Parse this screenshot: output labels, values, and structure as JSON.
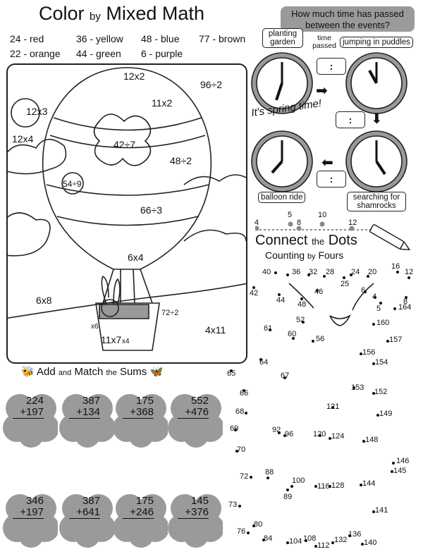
{
  "header": {
    "title_big1": "Color",
    "title_small": "by",
    "title_big2": "Mixed Math"
  },
  "color_key": [
    {
      "text": "24 - red"
    },
    {
      "text": "36 - yellow"
    },
    {
      "text": "48 - blue"
    },
    {
      "text": "77 - brown"
    },
    {
      "text": "22 - orange"
    },
    {
      "text": "44 - green"
    },
    {
      "text": "6 - purple"
    }
  ],
  "balloon_problems": [
    "12x2",
    "96÷2",
    "12x3",
    "11x2",
    "12x4",
    "42÷7",
    "48÷2",
    "54÷9",
    "66÷3",
    "6x4",
    "6x8",
    "72÷2",
    "x6",
    "11x7",
    "x4",
    "4x11"
  ],
  "time_section": {
    "question": "How much time has passed between the events?",
    "labels": {
      "planting": "planting garden",
      "time_passed": "time passed",
      "jumping": "jumping in puddles",
      "spring": "It's spring time!",
      "balloon": "balloon ride",
      "shamrocks": "searching for shamrocks"
    },
    "colon": ":"
  },
  "dots_section": {
    "title_big1": "Connect",
    "title_small1": "the",
    "title_big2": "Dots",
    "subtitle_big1": "Counting",
    "subtitle_small": "by",
    "subtitle_big2": "Fours",
    "pencil_numbers": [
      "4",
      "5",
      "8",
      "10",
      "12"
    ],
    "dots": [
      {
        "n": "40"
      },
      {
        "n": "36"
      },
      {
        "n": "32"
      },
      {
        "n": "28"
      },
      {
        "n": "24"
      },
      {
        "n": "20"
      },
      {
        "n": "16"
      },
      {
        "n": "12"
      },
      {
        "n": "25"
      },
      {
        "n": "42"
      },
      {
        "n": "44"
      },
      {
        "n": "46"
      },
      {
        "n": "48"
      },
      {
        "n": "6"
      },
      {
        "n": "4"
      },
      {
        "n": "5"
      },
      {
        "n": "8"
      },
      {
        "n": "164"
      },
      {
        "n": "52"
      },
      {
        "n": "160"
      },
      {
        "n": "61"
      },
      {
        "n": "60"
      },
      {
        "n": "56"
      },
      {
        "n": "157"
      },
      {
        "n": "156"
      },
      {
        "n": "154"
      },
      {
        "n": "64"
      },
      {
        "n": "65"
      },
      {
        "n": "67"
      },
      {
        "n": "66"
      },
      {
        "n": "153"
      },
      {
        "n": "152"
      },
      {
        "n": "121"
      },
      {
        "n": "68"
      },
      {
        "n": "149"
      },
      {
        "n": "69"
      },
      {
        "n": "92"
      },
      {
        "n": "96"
      },
      {
        "n": "120"
      },
      {
        "n": "124"
      },
      {
        "n": "148"
      },
      {
        "n": "70"
      },
      {
        "n": "146"
      },
      {
        "n": "145"
      },
      {
        "n": "72"
      },
      {
        "n": "88"
      },
      {
        "n": "100"
      },
      {
        "n": "116"
      },
      {
        "n": "128"
      },
      {
        "n": "144"
      },
      {
        "n": "89"
      },
      {
        "n": "73"
      },
      {
        "n": "141"
      },
      {
        "n": "80"
      },
      {
        "n": "76"
      },
      {
        "n": "84"
      },
      {
        "n": "104"
      },
      {
        "n": "108"
      },
      {
        "n": "112"
      },
      {
        "n": "132"
      },
      {
        "n": "136"
      },
      {
        "n": "140"
      }
    ]
  },
  "add_section": {
    "title_big1": "Add",
    "title_small1": "and",
    "title_big2": "Match",
    "title_small2": "the",
    "title_big3": "Sums",
    "problems": [
      {
        "a": "224",
        "b": "+197"
      },
      {
        "a": "387",
        "b": "+134"
      },
      {
        "a": "175",
        "b": "+368"
      },
      {
        "a": "552",
        "b": "+476"
      },
      {
        "a": "346",
        "b": "+197"
      },
      {
        "a": "387",
        "b": "+641"
      },
      {
        "a": "175",
        "b": "+246"
      },
      {
        "a": "145",
        "b": "+376"
      }
    ]
  }
}
